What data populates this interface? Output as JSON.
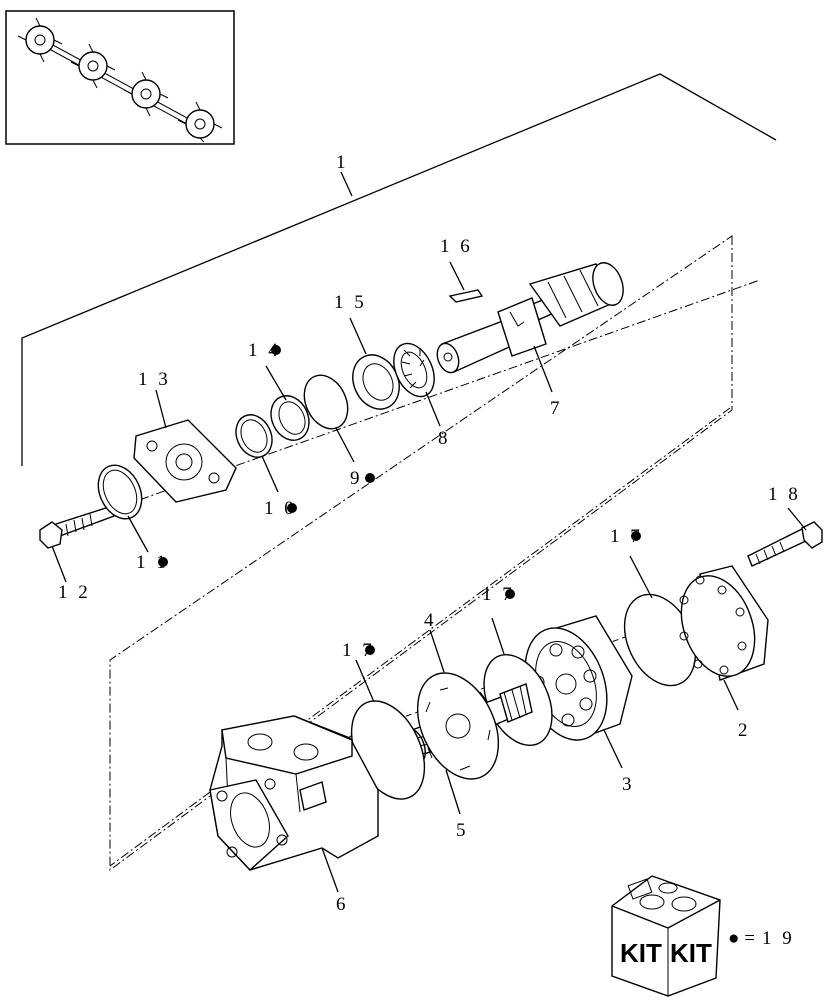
{
  "callouts": [
    {
      "id": "1",
      "text": "1",
      "dot": false
    },
    {
      "id": "2",
      "text": "2",
      "dot": false
    },
    {
      "id": "3",
      "text": "3",
      "dot": false
    },
    {
      "id": "4",
      "text": "4",
      "dot": false
    },
    {
      "id": "5",
      "text": "5",
      "dot": false
    },
    {
      "id": "6",
      "text": "6",
      "dot": false
    },
    {
      "id": "7",
      "text": "7",
      "dot": false
    },
    {
      "id": "8",
      "text": "8",
      "dot": false
    },
    {
      "id": "9",
      "text": "9",
      "dot": true
    },
    {
      "id": "10",
      "text": "1 0",
      "dot": true
    },
    {
      "id": "11",
      "text": "1 1",
      "dot": true
    },
    {
      "id": "12",
      "text": "1 2",
      "dot": false
    },
    {
      "id": "13",
      "text": "1 3",
      "dot": false
    },
    {
      "id": "14",
      "text": "1 4",
      "dot": true
    },
    {
      "id": "15",
      "text": "1 5",
      "dot": false
    },
    {
      "id": "16",
      "text": "1 6",
      "dot": false
    },
    {
      "id": "17a",
      "text": "1 7",
      "dot": true
    },
    {
      "id": "17b",
      "text": "1 7",
      "dot": true
    },
    {
      "id": "17c",
      "text": "1 7",
      "dot": true
    },
    {
      "id": "18",
      "text": "1 8",
      "dot": false
    }
  ],
  "kit": {
    "box_word_left": "KIT",
    "box_word_right": "KIT",
    "legend_symbol": "● =",
    "legend_number": "1 9"
  },
  "icons": [
    "thumbnail-assembly-icon",
    "kit-box-icon",
    "bullet-dot-icon"
  ]
}
